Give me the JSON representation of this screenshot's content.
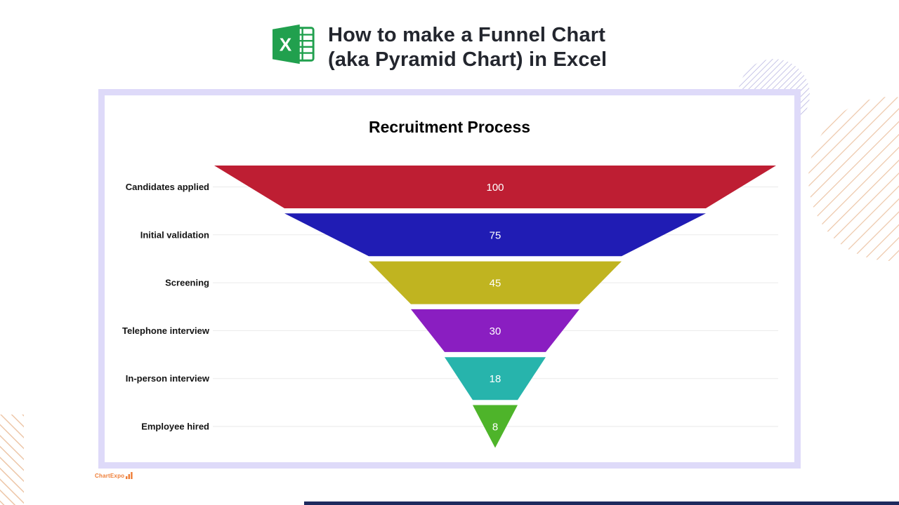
{
  "header": {
    "title_line1": "How to make a Funnel Chart",
    "title_line2": "(aka Pyramid Chart) in Excel"
  },
  "chart_data": {
    "type": "funnel",
    "title": "Recruitment Process",
    "categories": [
      "Candidates applied",
      "Initial validation",
      "Screening",
      "Telephone interview",
      "In-person interview",
      "Employee hired"
    ],
    "values": [
      100,
      75,
      45,
      30,
      18,
      8
    ],
    "stages": [
      {
        "label": "Candidates applied",
        "value": 100,
        "color": "#be1e33"
      },
      {
        "label": "Initial validation",
        "value": 75,
        "color": "#201cb4"
      },
      {
        "label": "Screening",
        "value": 45,
        "color": "#c0b420"
      },
      {
        "label": "Telephone interview",
        "value": 30,
        "color": "#8a1ec1"
      },
      {
        "label": "In-person interview",
        "value": 18,
        "color": "#27b4ac"
      },
      {
        "label": "Employee hired",
        "value": 8,
        "color": "#4eb42a"
      }
    ],
    "max_value": 100,
    "value_label_color": "#ffffff",
    "gridline_color": "#eaeaea",
    "grid": "horizontal",
    "legend": "none"
  },
  "watermark": {
    "brand": "ChartExpo"
  },
  "icons": {
    "header_icon": "excel-logo",
    "watermark_icon": "mini-bar-chart"
  },
  "colors": {
    "frame_border": "#dedaf9",
    "hatch_lavender": "#a7a3da",
    "hatch_peach": "#edc6a8",
    "bottom_bar": "#1e2a5e",
    "brand_orange": "#ee7d36",
    "excel_green": "#21a04e",
    "title_text": "#23262e"
  }
}
